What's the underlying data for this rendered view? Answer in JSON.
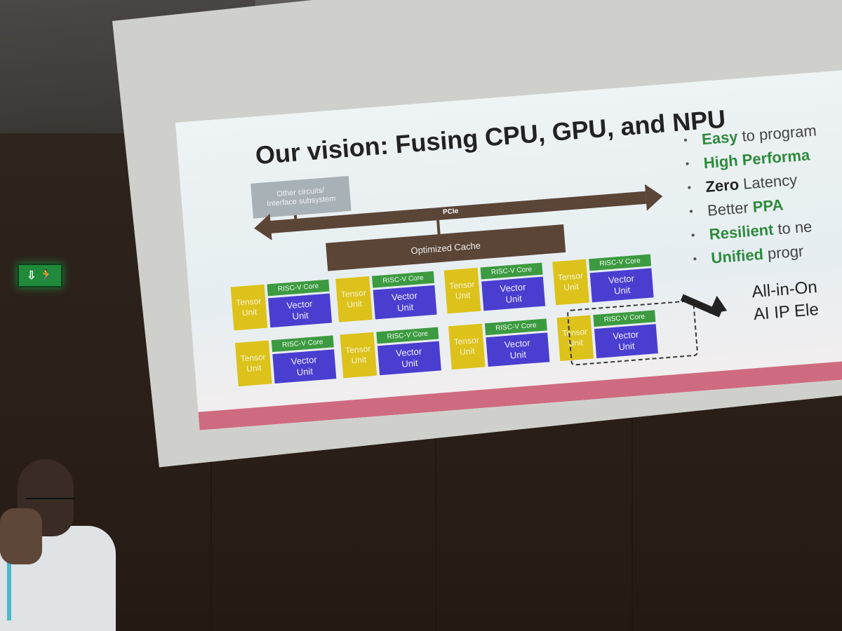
{
  "slide": {
    "title": "Our vision:  Fusing CPU, GPU, and NPU",
    "other_circuits": "Other circuits/\nInterface subsystem",
    "bus_label": "PCIe",
    "cache_label": "Optimized Cache",
    "tile": {
      "tensor_label": "Tensor\nUnit",
      "riscv_label": "RISC-V Core",
      "vector_label": "Vector\nUnit"
    },
    "bullets": [
      {
        "highlight": "Easy",
        "rest": " to program"
      },
      {
        "highlight": "High Performa",
        "rest": ""
      },
      {
        "highlight": "Zero",
        "rest": " Latency"
      },
      {
        "prefix": "Better ",
        "highlight": "PPA",
        "rest": ""
      },
      {
        "highlight": "Resilient",
        "rest": " to ne"
      },
      {
        "highlight": "Unified",
        "rest": " progr"
      }
    ],
    "callout_line1": "All-in-On",
    "callout_line2": "AI IP Ele"
  },
  "scene": {
    "exit_sign": "⇩ 🏃"
  },
  "colors": {
    "tensor": "#dcc21a",
    "riscv": "#3c9a40",
    "vector": "#4a3ed0",
    "bus": "#5a4537",
    "accent_green": "#2e8a3c",
    "bottom_bar": "#cf6b80"
  }
}
